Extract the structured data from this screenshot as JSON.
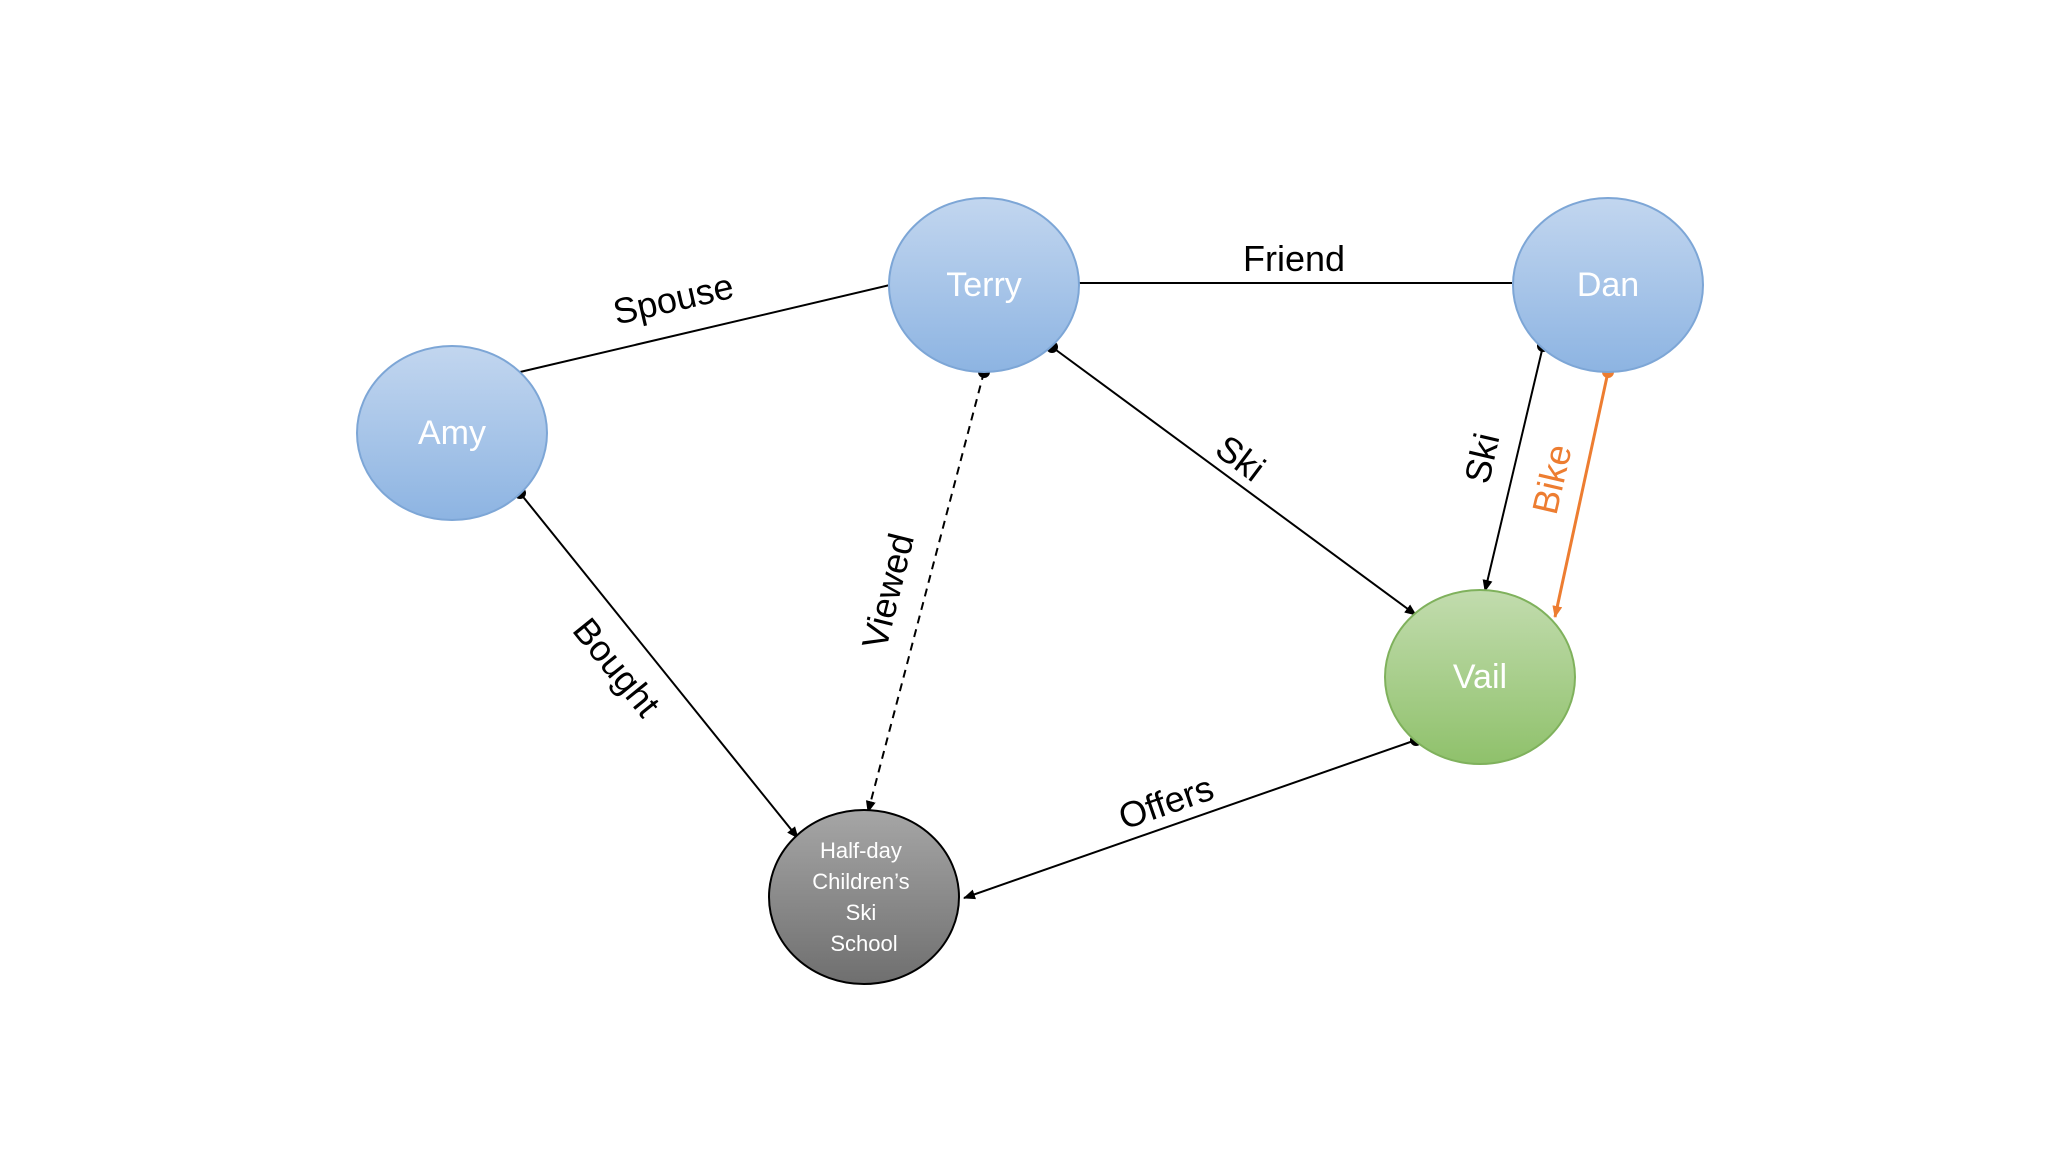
{
  "colors": {
    "person_fill_top": "#c2d6ef",
    "person_fill_bottom": "#8db4e2",
    "person_stroke": "#7da6d6",
    "place_fill_top": "#c2dcae",
    "place_fill_bottom": "#8fc16b",
    "place_stroke": "#7fb15c",
    "product_fill_top": "#a6a6a6",
    "product_fill_bottom": "#6f6f6f",
    "product_stroke": "#000000",
    "edge_default": "#000000",
    "edge_bike": "#ed7d31"
  },
  "nodes": {
    "amy": {
      "label": "Amy"
    },
    "terry": {
      "label": "Terry"
    },
    "dan": {
      "label": "Dan"
    },
    "vail": {
      "label": "Vail"
    },
    "school": {
      "lines": [
        "Half-day",
        "Children’s",
        "Ski",
        "School"
      ]
    }
  },
  "edges": {
    "spouse": {
      "label": "Spouse"
    },
    "friend": {
      "label": "Friend"
    },
    "terry_ski": {
      "label": "Ski"
    },
    "dan_ski": {
      "label": "Ski"
    },
    "bike": {
      "label": "Bike"
    },
    "viewed": {
      "label": "Viewed"
    },
    "bought": {
      "label": "Bought"
    },
    "offers": {
      "label": "Offers"
    }
  }
}
